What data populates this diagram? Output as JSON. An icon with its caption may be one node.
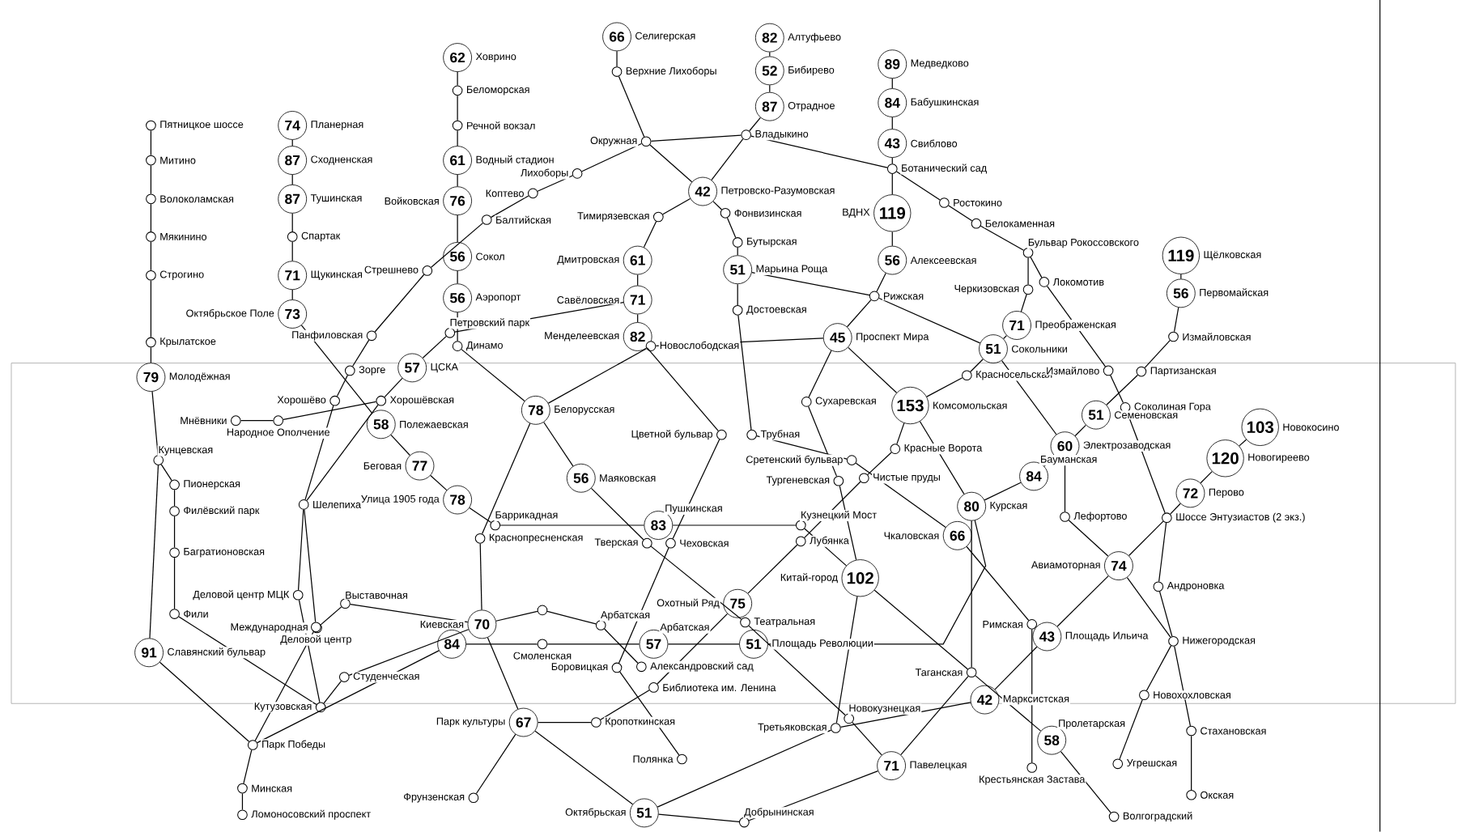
{
  "diagram": {
    "nodes": [
      {
        "text": [],
        "shape": "circle",
        "beside": [
          "Пятницкое шоссе"
        ]
      },
      {
        "text": [],
        "shape": "circle",
        "beside": [
          "Митино"
        ]
      },
      {
        "text": [],
        "shape": "circle",
        "beside": [
          "Волоколамская"
        ]
      },
      {
        "text": [],
        "shape": "circle",
        "beside": [
          "Мякинино"
        ]
      },
      {
        "text": [],
        "shape": "circle",
        "beside": [
          "Строгино"
        ]
      },
      {
        "text": [],
        "shape": "circle",
        "beside": [
          "Крылатское"
        ]
      },
      {
        "text": [
          "79"
        ],
        "beside": [
          "Молодёжная"
        ]
      },
      {
        "text": [],
        "shape": "circle",
        "beside": [
          "Кунцевская"
        ]
      },
      {
        "text": [
          "91"
        ],
        "beside": [
          "Славянский бульвар"
        ]
      },
      {
        "text": [],
        "shape": "circle",
        "beside": [
          "Парк Победы"
        ]
      },
      {
        "text": [
          "84"
        ]
      },
      {
        "text": [],
        "shape": "circle",
        "beside": [
          "Смоленская"
        ]
      },
      {
        "text": [
          "57"
        ],
        "beside": [
          "Арбатская"
        ]
      },
      {
        "text": [
          "51"
        ],
        "beside": [
          "Площадь Революции"
        ]
      },
      {
        "text": [
          "80"
        ],
        "beside": [
          "Курская"
        ]
      },
      {
        "text": [
          "84"
        ],
        "beside": [
          "Бауманская"
        ]
      },
      {
        "text": [
          "60"
        ],
        "beside": [
          "Электрозаводская"
        ]
      },
      {
        "text": [
          "51"
        ],
        "beside": [
          "Семёновская"
        ]
      },
      {
        "text": [],
        "shape": "circle",
        "beside": [
          "Партизанская"
        ]
      },
      {
        "text": [],
        "shape": "circle",
        "beside": [
          "Измайловская"
        ]
      },
      {
        "text": [
          "56"
        ],
        "beside": [
          "Первомайская"
        ]
      },
      {
        "text": [
          "119"
        ],
        "beside": [
          "Щёлковская"
        ]
      },
      {
        "text": [],
        "shape": "circle",
        "beside": [
          "Пионерская"
        ]
      },
      {
        "text": [],
        "shape": "circle",
        "beside": [
          "Филёвский парк"
        ]
      },
      {
        "text": [],
        "shape": "circle",
        "beside": [
          "Багратионовская"
        ]
      },
      {
        "text": [],
        "shape": "circle",
        "beside": [
          "Фили"
        ]
      },
      {
        "text": [],
        "shape": "circle",
        "beside": [
          "Кутузовская"
        ]
      },
      {
        "text": [],
        "shape": "circle",
        "beside": [
          "Студенческая"
        ]
      },
      {
        "text": [
          "70"
        ],
        "beside": [
          "Киевская"
        ]
      },
      {
        "text": [],
        "shape": "circle"
      },
      {
        "text": [],
        "shape": "circle",
        "beside": [
          "Арбатская"
        ]
      },
      {
        "text": [],
        "shape": "circle",
        "beside": [
          "Александровский сад"
        ]
      },
      {
        "text": [],
        "shape": "circle",
        "beside": [
          "Выставочная"
        ]
      },
      {
        "text": [],
        "shape": "circle",
        "beside": [
          "Международная"
        ]
      },
      {
        "text": [
          "74"
        ],
        "beside": [
          "Планерная"
        ]
      },
      {
        "text": [
          "87"
        ],
        "beside": [
          "Сходненская"
        ]
      },
      {
        "text": [
          "87"
        ],
        "beside": [
          "Тушинская"
        ]
      },
      {
        "text": [],
        "shape": "circle",
        "beside": [
          "Спартак"
        ]
      },
      {
        "text": [
          "71"
        ],
        "beside": [
          "Щукинская"
        ]
      },
      {
        "text": [
          "73"
        ],
        "beside": [
          "Октябрьское Поле"
        ]
      },
      {
        "text": [
          "58"
        ],
        "beside": [
          "Полежаевская"
        ]
      },
      {
        "text": [
          "77"
        ],
        "beside": [
          "Беговая"
        ]
      },
      {
        "text": [
          "78"
        ],
        "beside": [
          "Улица 1905 года"
        ]
      },
      {
        "text": [],
        "shape": "circle",
        "beside": [
          "Баррикадная"
        ]
      },
      {
        "text": [
          "83"
        ],
        "beside": [
          "Пушкинская"
        ]
      },
      {
        "text": [],
        "shape": "circle",
        "beside": [
          "Кузнецкий Мост"
        ]
      },
      {
        "text": [
          "102"
        ],
        "beside": [
          "Китай-город"
        ]
      },
      {
        "text": [],
        "shape": "circle",
        "beside": [
          "Таганская"
        ]
      },
      {
        "text": [
          "58"
        ],
        "beside": [
          "Пролетарская"
        ]
      },
      {
        "text": [],
        "shape": "circle",
        "beside": [
          "Волгоградский"
        ]
      },
      {
        "text": [
          "62"
        ],
        "beside": [
          "Ховрино"
        ]
      },
      {
        "text": [],
        "shape": "circle",
        "beside": [
          "Беломорская"
        ]
      },
      {
        "text": [],
        "shape": "circle",
        "beside": [
          "Речной вокзал"
        ]
      },
      {
        "text": [
          "61"
        ],
        "beside": [
          "Водный стадион"
        ]
      },
      {
        "text": [
          "76"
        ],
        "beside": [
          "Войковская"
        ]
      },
      {
        "text": [
          "56"
        ],
        "beside": [
          "Сокол"
        ]
      },
      {
        "text": [
          "56"
        ],
        "beside": [
          "Аэропорт"
        ]
      },
      {
        "text": [],
        "shape": "circle",
        "beside": [
          "Динамо"
        ]
      },
      {
        "text": [
          "78"
        ],
        "beside": [
          "Белорусская"
        ]
      },
      {
        "text": [
          "56"
        ],
        "beside": [
          "Маяковская"
        ]
      },
      {
        "text": [],
        "shape": "circle",
        "beside": [
          "Тверская"
        ]
      },
      {
        "text": [],
        "shape": "circle",
        "beside": [
          "Театральная"
        ]
      },
      {
        "text": [],
        "shape": "circle",
        "beside": [
          "Новокузнецкая"
        ]
      },
      {
        "text": [
          "71"
        ],
        "beside": [
          "Павелецкая"
        ]
      },
      {
        "text": [],
        "shape": "circle",
        "beside": [
          "Бульвар Рокоссовского"
        ]
      },
      {
        "text": [],
        "shape": "circle",
        "beside": [
          "Черкизовская"
        ]
      },
      {
        "text": [
          "71"
        ],
        "beside": [
          "Преображенская"
        ]
      },
      {
        "text": [
          "51"
        ],
        "beside": [
          "Сокольники"
        ]
      },
      {
        "text": [],
        "shape": "circle",
        "beside": [
          "Красносельская"
        ]
      },
      {
        "text": [
          "153"
        ],
        "beside": [
          "Комсомольская"
        ]
      },
      {
        "text": [],
        "shape": "circle",
        "beside": [
          "Красные Ворота"
        ]
      },
      {
        "text": [],
        "shape": "circle",
        "beside": [
          "Чистые пруды"
        ]
      },
      {
        "text": [],
        "shape": "circle",
        "beside": [
          "Лубянка"
        ]
      },
      {
        "text": [
          "75"
        ],
        "beside": [
          "Охотный Ряд"
        ]
      },
      {
        "text": [],
        "shape": "circle",
        "beside": [
          "Библиотека им. Ленина"
        ]
      },
      {
        "text": [],
        "shape": "circle",
        "beside": [
          "Кропоткинская"
        ]
      },
      {
        "text": [
          "67"
        ],
        "beside": [
          "Парк культуры"
        ]
      },
      {
        "text": [],
        "shape": "circle",
        "beside": [
          "Фрунзенская"
        ]
      },
      {
        "text": [
          "89"
        ],
        "beside": [
          "Медведково"
        ]
      },
      {
        "text": [
          "84"
        ],
        "beside": [
          "Бабушкинская"
        ]
      },
      {
        "text": [
          "43"
        ],
        "beside": [
          "Свиблово"
        ]
      },
      {
        "text": [],
        "shape": "circle",
        "beside": [
          "Ботанический сад"
        ]
      },
      {
        "text": [
          "119"
        ],
        "beside": [
          "ВДНХ"
        ]
      },
      {
        "text": [
          "56"
        ],
        "beside": [
          "Алексеевская"
        ]
      },
      {
        "text": [],
        "shape": "circle",
        "beside": [
          "Рижская"
        ]
      },
      {
        "text": [
          "45"
        ],
        "beside": [
          "Проспект Мира"
        ]
      },
      {
        "text": [],
        "shape": "circle",
        "beside": [
          "Сухаревская"
        ]
      },
      {
        "text": [],
        "shape": "circle",
        "beside": [
          "Тургеневская"
        ]
      },
      {
        "text": [],
        "shape": "circle",
        "beside": [
          "Третьяковская"
        ]
      },
      {
        "text": [
          "51"
        ],
        "beside": [
          "Октябрьская"
        ]
      },
      {
        "text": [
          "82"
        ],
        "beside": [
          "Алтуфьево"
        ]
      },
      {
        "text": [
          "52"
        ],
        "beside": [
          "Бибирево"
        ]
      },
      {
        "text": [
          "87"
        ],
        "beside": [
          "Отрадное"
        ]
      },
      {
        "text": [],
        "shape": "circle",
        "beside": [
          "Владыкино"
        ]
      },
      {
        "text": [
          "42"
        ],
        "beside": [
          "Петровско-Разумовская"
        ]
      },
      {
        "text": [],
        "shape": "circle",
        "beside": [
          "Тимирязевская"
        ]
      },
      {
        "text": [
          "61"
        ],
        "beside": [
          "Дмитровская"
        ]
      },
      {
        "text": [
          "71"
        ],
        "beside": [
          "Савёловская"
        ]
      },
      {
        "text": [
          "82"
        ],
        "beside": [
          "Менделеевская"
        ]
      },
      {
        "text": [],
        "shape": "circle",
        "beside": [
          "Цветной бульвар"
        ]
      },
      {
        "text": [],
        "shape": "circle",
        "beside": [
          "Чеховская"
        ]
      },
      {
        "text": [],
        "shape": "circle",
        "beside": [
          "Боровицкая"
        ]
      },
      {
        "text": [],
        "shape": "circle",
        "beside": [
          "Полянка"
        ]
      },
      {
        "text": [
          "66"
        ],
        "beside": [
          "Селигерская"
        ]
      },
      {
        "text": [],
        "shape": "circle",
        "beside": [
          "Верхние Лихоборы"
        ]
      },
      {
        "text": [],
        "shape": "circle",
        "beside": [
          "Окружная"
        ]
      },
      {
        "text": [],
        "shape": "circle",
        "beside": [
          "Фонвизинская"
        ]
      },
      {
        "text": [],
        "shape": "circle",
        "beside": [
          "Бутырская"
        ]
      },
      {
        "text": [
          "51"
        ],
        "beside": [
          "Марьина Роща"
        ]
      },
      {
        "text": [],
        "shape": "circle",
        "beside": [
          "Достоевская"
        ]
      },
      {
        "text": [],
        "shape": "circle",
        "beside": [
          "Трубная"
        ]
      },
      {
        "text": [],
        "shape": "circle",
        "beside": [
          "Сретенский бульвар"
        ]
      },
      {
        "text": [
          "66"
        ],
        "beside": [
          "Чкаловская"
        ]
      },
      {
        "text": [],
        "shape": "circle",
        "beside": [
          "Римская"
        ]
      },
      {
        "text": [],
        "shape": "circle",
        "beside": [
          "Крестьянская Застава"
        ]
      },
      {
        "text": [
          "103"
        ],
        "beside": [
          "Новокосино"
        ]
      },
      {
        "text": [
          "120"
        ],
        "beside": [
          "Новогиреево"
        ]
      },
      {
        "text": [
          "72"
        ],
        "beside": [
          "Перово"
        ]
      },
      {
        "text": [],
        "shape": "circle",
        "beside": [
          "Шоссе Энтузиастов (2 экз.)"
        ]
      },
      {
        "text": [
          "74"
        ],
        "beside": [
          "Авиамоторная"
        ]
      },
      {
        "text": [
          "43"
        ],
        "beside": [
          "Площадь Ильича"
        ]
      },
      {
        "text": [
          "42"
        ],
        "beside": [
          "Марксистская"
        ]
      },
      {
        "text": [],
        "shape": "circle",
        "beside": [
          "Новослободская"
        ]
      },
      {
        "text": [],
        "shape": "circle",
        "beside": [
          "Краснопресненская"
        ]
      },
      {
        "text": [],
        "shape": "circle",
        "beside": [
          "Добрынинская"
        ]
      },
      {
        "text": [],
        "shape": "circle",
        "beside": [
          "Лихоборы"
        ]
      },
      {
        "text": [],
        "shape": "circle",
        "beside": [
          "Коптево"
        ]
      },
      {
        "text": [],
        "shape": "circle",
        "beside": [
          "Балтийская"
        ]
      },
      {
        "text": [],
        "shape": "circle",
        "beside": [
          "Стрешнево"
        ]
      },
      {
        "text": [],
        "shape": "circle",
        "beside": [
          "Панфиловская"
        ]
      },
      {
        "text": [],
        "shape": "circle",
        "beside": [
          "Зорге"
        ]
      },
      {
        "text": [],
        "shape": "circle",
        "beside": [
          "Хорошёво"
        ]
      },
      {
        "text": [],
        "shape": "circle",
        "beside": [
          "Шелепиха"
        ]
      },
      {
        "text": [],
        "shape": "circle",
        "beside": [
          "Деловой центр МЦК"
        ]
      },
      {
        "text": [],
        "shape": "circle",
        "beside": [
          "Ростокино"
        ]
      },
      {
        "text": [],
        "shape": "circle",
        "beside": [
          "Белокаменная"
        ]
      },
      {
        "text": [],
        "shape": "circle",
        "beside": [
          "Локомотив"
        ]
      },
      {
        "text": [],
        "shape": "circle",
        "beside": [
          "Измайлово"
        ]
      },
      {
        "text": [],
        "shape": "circle",
        "beside": [
          "Соколиная Гора"
        ]
      },
      {
        "text": [],
        "shape": "circle",
        "beside": [
          "Андроновка"
        ]
      },
      {
        "text": [],
        "shape": "circle",
        "beside": [
          "Нижегородская"
        ]
      },
      {
        "text": [],
        "shape": "circle",
        "beside": [
          "Новохохловская"
        ]
      },
      {
        "text": [],
        "shape": "circle",
        "beside": [
          "Угрешская"
        ]
      },
      {
        "text": [],
        "shape": "circle",
        "beside": [
          "Петровский парк"
        ]
      },
      {
        "text": [
          "57"
        ],
        "beside": [
          "ЦСКА"
        ]
      },
      {
        "text": [],
        "shape": "circle",
        "beside": [
          "Хорошёвская"
        ]
      },
      {
        "text": [],
        "shape": "circle",
        "beside": [
          "Народное Ополчение"
        ]
      },
      {
        "text": [],
        "shape": "circle",
        "beside": [
          "Мнёвники"
        ]
      },
      {
        "text": [],
        "shape": "circle",
        "beside": [
          "Деловой центр"
        ]
      },
      {
        "text": [],
        "shape": "circle",
        "beside": [
          "Лефортово"
        ]
      },
      {
        "text": [],
        "shape": "circle",
        "beside": [
          "Стахановская"
        ]
      },
      {
        "text": [],
        "shape": "circle",
        "beside": [
          "Окская"
        ]
      },
      {
        "text": [],
        "shape": "circle",
        "beside": [
          "Минская"
        ]
      },
      {
        "text": [],
        "shape": "circle",
        "beside": [
          "Ломоносовский проспект"
        ]
      }
    ],
    "edges": [
      {
        "from": 0,
        "to": 1,
        "arrow": "none"
      },
      {
        "from": 1,
        "to": 2,
        "arrow": "none"
      },
      {
        "from": 2,
        "to": 3,
        "arrow": "none"
      },
      {
        "from": 3,
        "to": 4,
        "arrow": "none"
      },
      {
        "from": 4,
        "to": 5,
        "arrow": "none"
      },
      {
        "from": 5,
        "to": 6,
        "arrow": "none"
      },
      {
        "from": 6,
        "to": 7,
        "arrow": "none"
      },
      {
        "from": 7,
        "to": 8,
        "arrow": "none"
      },
      {
        "from": 8,
        "to": 9,
        "arrow": "none"
      },
      {
        "from": 9,
        "to": 10,
        "arrow": "none"
      },
      {
        "from": 10,
        "to": 11,
        "arrow": "none"
      },
      {
        "from": 11,
        "to": 12,
        "arrow": "none"
      },
      {
        "from": 12,
        "to": 13,
        "arrow": "none"
      },
      {
        "from": 13,
        "to": 14,
        "arrow": "none"
      },
      {
        "from": 14,
        "to": 15,
        "arrow": "none"
      },
      {
        "from": 15,
        "to": 16,
        "arrow": "none"
      },
      {
        "from": 16,
        "to": 17,
        "arrow": "none"
      },
      {
        "from": 17,
        "to": 18,
        "arrow": "none"
      },
      {
        "from": 18,
        "to": 19,
        "arrow": "none"
      },
      {
        "from": 19,
        "to": 20,
        "arrow": "none"
      },
      {
        "from": 20,
        "to": 21,
        "arrow": "none"
      },
      {
        "from": 7,
        "to": 22,
        "arrow": "none"
      },
      {
        "from": 22,
        "to": 23,
        "arrow": "none"
      },
      {
        "from": 23,
        "to": 24,
        "arrow": "none"
      },
      {
        "from": 24,
        "to": 25,
        "arrow": "none"
      },
      {
        "from": 25,
        "to": 26,
        "arrow": "none"
      },
      {
        "from": 26,
        "to": 27,
        "arrow": "none"
      },
      {
        "from": 27,
        "to": 28,
        "arrow": "none"
      },
      {
        "from": 28,
        "to": 29,
        "arrow": "none"
      },
      {
        "from": 29,
        "to": 30,
        "arrow": "none"
      },
      {
        "from": 30,
        "to": 31,
        "arrow": "none"
      },
      {
        "from": 28,
        "to": 32,
        "arrow": "none"
      },
      {
        "from": 32,
        "to": 33,
        "arrow": "none"
      },
      {
        "from": 34,
        "to": 35,
        "arrow": "none"
      },
      {
        "from": 35,
        "to": 36,
        "arrow": "none"
      },
      {
        "from": 36,
        "to": 37,
        "arrow": "none"
      },
      {
        "from": 37,
        "to": 38,
        "arrow": "none"
      },
      {
        "from": 38,
        "to": 39,
        "arrow": "none"
      },
      {
        "from": 39,
        "to": 40,
        "arrow": "none"
      },
      {
        "from": 40,
        "to": 41,
        "arrow": "none"
      },
      {
        "from": 41,
        "to": 42,
        "arrow": "none"
      },
      {
        "from": 42,
        "to": 43,
        "arrow": "none"
      },
      {
        "from": 43,
        "to": 44,
        "arrow": "none"
      },
      {
        "from": 44,
        "to": 45,
        "arrow": "none"
      },
      {
        "from": 45,
        "to": 46,
        "arrow": "none"
      },
      {
        "from": 46,
        "to": 47,
        "arrow": "none"
      },
      {
        "from": 47,
        "to": 48,
        "arrow": "none"
      },
      {
        "from": 48,
        "to": 49,
        "arrow": "none"
      },
      {
        "from": 50,
        "to": 51,
        "arrow": "none"
      },
      {
        "from": 51,
        "to": 52,
        "arrow": "none"
      },
      {
        "from": 52,
        "to": 53,
        "arrow": "none"
      },
      {
        "from": 53,
        "to": 54,
        "arrow": "none"
      },
      {
        "from": 54,
        "to": 55,
        "arrow": "none"
      },
      {
        "from": 55,
        "to": 56,
        "arrow": "none"
      },
      {
        "from": 56,
        "to": 57,
        "arrow": "none"
      },
      {
        "from": 57,
        "to": 58,
        "arrow": "none"
      },
      {
        "from": 58,
        "to": 59,
        "arrow": "none"
      },
      {
        "from": 59,
        "to": 60,
        "arrow": "none"
      },
      {
        "from": 60,
        "to": 61,
        "arrow": "none"
      },
      {
        "from": 61,
        "to": 62,
        "arrow": "none"
      },
      {
        "from": 62,
        "to": 63,
        "arrow": "none"
      },
      {
        "from": 64,
        "to": 65,
        "arrow": "none"
      },
      {
        "from": 65,
        "to": 66,
        "arrow": "none"
      },
      {
        "from": 66,
        "to": 67,
        "arrow": "none"
      },
      {
        "from": 67,
        "to": 68,
        "arrow": "none"
      },
      {
        "from": 68,
        "to": 69,
        "arrow": "none"
      },
      {
        "from": 69,
        "to": 70,
        "arrow": "none"
      },
      {
        "from": 70,
        "to": 71,
        "arrow": "none"
      },
      {
        "from": 71,
        "to": 72,
        "arrow": "none"
      },
      {
        "from": 72,
        "to": 73,
        "arrow": "none"
      },
      {
        "from": 73,
        "to": 74,
        "arrow": "none"
      },
      {
        "from": 74,
        "to": 75,
        "arrow": "none"
      },
      {
        "from": 75,
        "to": 76,
        "arrow": "none"
      },
      {
        "from": 76,
        "to": 77,
        "arrow": "none"
      },
      {
        "from": 78,
        "to": 79,
        "arrow": "none"
      },
      {
        "from": 79,
        "to": 80,
        "arrow": "none"
      },
      {
        "from": 80,
        "to": 81,
        "arrow": "none"
      },
      {
        "from": 81,
        "to": 82,
        "arrow": "none"
      },
      {
        "from": 82,
        "to": 83,
        "arrow": "none"
      },
      {
        "from": 83,
        "to": 84,
        "arrow": "none"
      },
      {
        "from": 84,
        "to": 85,
        "arrow": "none"
      },
      {
        "from": 85,
        "to": 86,
        "arrow": "none"
      },
      {
        "from": 86,
        "to": 87,
        "arrow": "none"
      },
      {
        "from": 87,
        "to": 46,
        "arrow": "none"
      },
      {
        "from": 46,
        "to": 88,
        "arrow": "none"
      },
      {
        "from": 88,
        "to": 89,
        "arrow": "none"
      },
      {
        "from": 90,
        "to": 91,
        "arrow": "none"
      },
      {
        "from": 91,
        "to": 92,
        "arrow": "none"
      },
      {
        "from": 92,
        "to": 93,
        "arrow": "none"
      },
      {
        "from": 93,
        "to": 94,
        "arrow": "none"
      },
      {
        "from": 94,
        "to": 95,
        "arrow": "none"
      },
      {
        "from": 95,
        "to": 96,
        "arrow": "none"
      },
      {
        "from": 96,
        "to": 97,
        "arrow": "none"
      },
      {
        "from": 97,
        "to": 98,
        "arrow": "none"
      },
      {
        "from": 98,
        "to": 99,
        "arrow": "none"
      },
      {
        "from": 99,
        "to": 100,
        "arrow": "none"
      },
      {
        "from": 100,
        "to": 101,
        "arrow": "none"
      },
      {
        "from": 101,
        "to": 102,
        "arrow": "none"
      },
      {
        "from": 103,
        "to": 104,
        "arrow": "none"
      },
      {
        "from": 104,
        "to": 105,
        "arrow": "none"
      },
      {
        "from": 105,
        "to": 94,
        "arrow": "none"
      },
      {
        "from": 94,
        "to": 106,
        "arrow": "none"
      },
      {
        "from": 106,
        "to": 107,
        "arrow": "none"
      },
      {
        "from": 107,
        "to": 108,
        "arrow": "none"
      },
      {
        "from": 108,
        "to": 109,
        "arrow": "none"
      },
      {
        "from": 109,
        "to": 110,
        "arrow": "none"
      },
      {
        "from": 110,
        "to": 111,
        "arrow": "none"
      },
      {
        "from": 111,
        "to": 112,
        "arrow": "none"
      },
      {
        "from": 112,
        "to": 113,
        "arrow": "none"
      },
      {
        "from": 113,
        "to": 114,
        "arrow": "none"
      },
      {
        "from": 115,
        "to": 116,
        "arrow": "none"
      },
      {
        "from": 116,
        "to": 117,
        "arrow": "none"
      },
      {
        "from": 117,
        "to": 118,
        "arrow": "none"
      },
      {
        "from": 118,
        "to": 119,
        "arrow": "none"
      },
      {
        "from": 119,
        "to": 120,
        "arrow": "none"
      },
      {
        "from": 120,
        "to": 121,
        "arrow": "none"
      },
      {
        "from": 121,
        "to": 88,
        "arrow": "none"
      },
      {
        "from": 58,
        "to": 122,
        "arrow": "none"
      },
      {
        "from": 122,
        "to": 85,
        "arrow": "none"
      },
      {
        "from": 85,
        "to": 69,
        "arrow": "none"
      },
      {
        "from": 69,
        "to": 14,
        "arrow": "none"
      },
      {
        "from": 14,
        "to": 47,
        "arrow": "none"
      },
      {
        "from": 47,
        "to": 63,
        "arrow": "none"
      },
      {
        "from": 63,
        "to": 124,
        "arrow": "none"
      },
      {
        "from": 124,
        "to": 89,
        "arrow": "none"
      },
      {
        "from": 89,
        "to": 76,
        "arrow": "none"
      },
      {
        "from": 76,
        "to": 28,
        "arrow": "none"
      },
      {
        "from": 28,
        "to": 123,
        "arrow": "none"
      },
      {
        "from": 123,
        "to": 58,
        "arrow": "none"
      },
      {
        "from": 105,
        "to": 125,
        "arrow": "none"
      },
      {
        "from": 125,
        "to": 126,
        "arrow": "none"
      },
      {
        "from": 126,
        "to": 127,
        "arrow": "none"
      },
      {
        "from": 127,
        "to": 128,
        "arrow": "none"
      },
      {
        "from": 128,
        "to": 129,
        "arrow": "none"
      },
      {
        "from": 129,
        "to": 130,
        "arrow": "none"
      },
      {
        "from": 130,
        "to": 131,
        "arrow": "none"
      },
      {
        "from": 131,
        "to": 132,
        "arrow": "none"
      },
      {
        "from": 132,
        "to": 133,
        "arrow": "none"
      },
      {
        "from": 133,
        "to": 26,
        "arrow": "none"
      },
      {
        "from": 105,
        "to": 93,
        "arrow": "none"
      },
      {
        "from": 93,
        "to": 81,
        "arrow": "none"
      },
      {
        "from": 81,
        "to": 134,
        "arrow": "none"
      },
      {
        "from": 134,
        "to": 135,
        "arrow": "none"
      },
      {
        "from": 135,
        "to": 64,
        "arrow": "none"
      },
      {
        "from": 64,
        "to": 136,
        "arrow": "none"
      },
      {
        "from": 136,
        "to": 137,
        "arrow": "none"
      },
      {
        "from": 137,
        "to": 138,
        "arrow": "none"
      },
      {
        "from": 138,
        "to": 118,
        "arrow": "none"
      },
      {
        "from": 118,
        "to": 139,
        "arrow": "none"
      },
      {
        "from": 139,
        "to": 140,
        "arrow": "none"
      },
      {
        "from": 140,
        "to": 141,
        "arrow": "none"
      },
      {
        "from": 141,
        "to": 142,
        "arrow": "none"
      },
      {
        "from": 97,
        "to": 143,
        "arrow": "none"
      },
      {
        "from": 143,
        "to": 144,
        "arrow": "none"
      },
      {
        "from": 144,
        "to": 145,
        "arrow": "none"
      },
      {
        "from": 145,
        "to": 132,
        "arrow": "none"
      },
      {
        "from": 147,
        "to": 146,
        "arrow": "none"
      },
      {
        "from": 146,
        "to": 145,
        "arrow": "none"
      },
      {
        "from": 132,
        "to": 148,
        "arrow": "none"
      },
      {
        "from": 108,
        "to": 84,
        "arrow": "none"
      },
      {
        "from": 84,
        "to": 67,
        "arrow": "none"
      },
      {
        "from": 67,
        "to": 16,
        "arrow": "none"
      },
      {
        "from": 16,
        "to": 149,
        "arrow": "none"
      },
      {
        "from": 149,
        "to": 119,
        "arrow": "none"
      },
      {
        "from": 119,
        "to": 140,
        "arrow": "none"
      },
      {
        "from": 140,
        "to": 150,
        "arrow": "none"
      },
      {
        "from": 150,
        "to": 151,
        "arrow": "none"
      },
      {
        "from": 148,
        "to": 9,
        "arrow": "none"
      },
      {
        "from": 9,
        "to": 152,
        "arrow": "none"
      },
      {
        "from": 152,
        "to": 153,
        "arrow": "none"
      }
    ]
  }
}
